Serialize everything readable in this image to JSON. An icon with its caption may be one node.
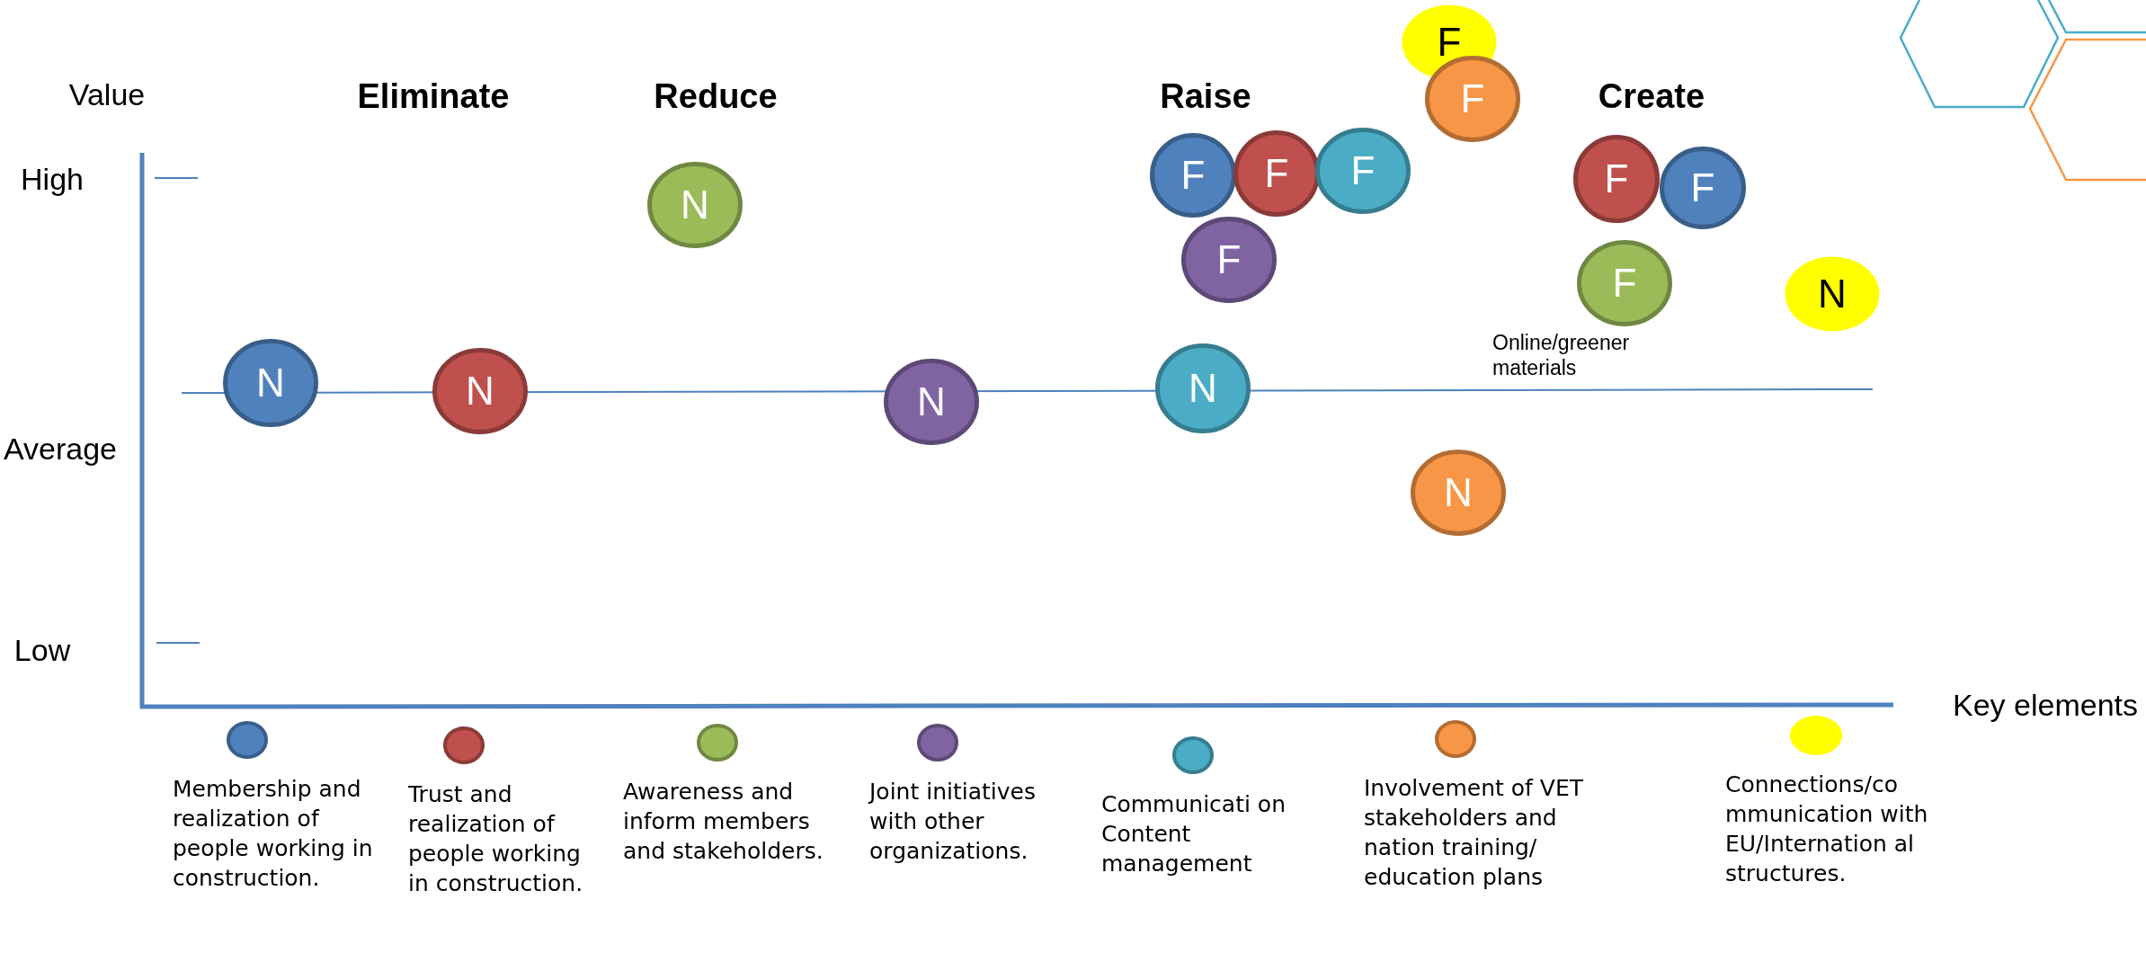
{
  "diagram": {
    "nodes": [
      {
        "text": [
          "N"
        ]
      },
      {
        "text": [
          "N"
        ]
      },
      {
        "text": [
          "N"
        ]
      },
      {
        "text": [
          "N"
        ]
      },
      {
        "text": [
          "F"
        ]
      },
      {
        "text": [
          "F"
        ]
      },
      {
        "text": [
          "F"
        ]
      },
      {
        "text": [
          "F"
        ]
      },
      {
        "text": [
          "F"
        ]
      },
      {
        "text": [
          "F"
        ]
      },
      {
        "text": [
          "N"
        ]
      },
      {
        "text": [
          "N"
        ]
      },
      {
        "text": [
          "F"
        ]
      },
      {
        "text": [
          "F"
        ]
      },
      {
        "text": [
          "F"
        ],
        "beside": [
          "Online/greener materials"
        ]
      },
      {
        "text": [
          "N"
        ]
      }
    ],
    "labels": [
      "Value",
      "Eliminate",
      "Reduce",
      "Raise",
      "Create",
      "High",
      "Average",
      "Low",
      "Key elements"
    ],
    "legend": [
      {
        "text": "Membership and  realization of people working in construction.",
        "color": "#4f81bd"
      },
      {
        "text": "Trust and realization of people working in construction.",
        "color": "#c0504d"
      },
      {
        "text": "Awareness and inform members and stakeholders.",
        "color": "#9bbb59"
      },
      {
        "text": "Joint initiatives with other organizations.",
        "color": "#8064a2"
      },
      {
        "text": "Communicati on Content management",
        "color": "#4bacc6"
      },
      {
        "text": "Involvement of VET stakeholders and nation training/ education plans",
        "color": "#f79646"
      },
      {
        "text": "Connections/co mmunication with EU/Internation al structures.",
        "color": "#ffff00"
      }
    ]
  }
}
